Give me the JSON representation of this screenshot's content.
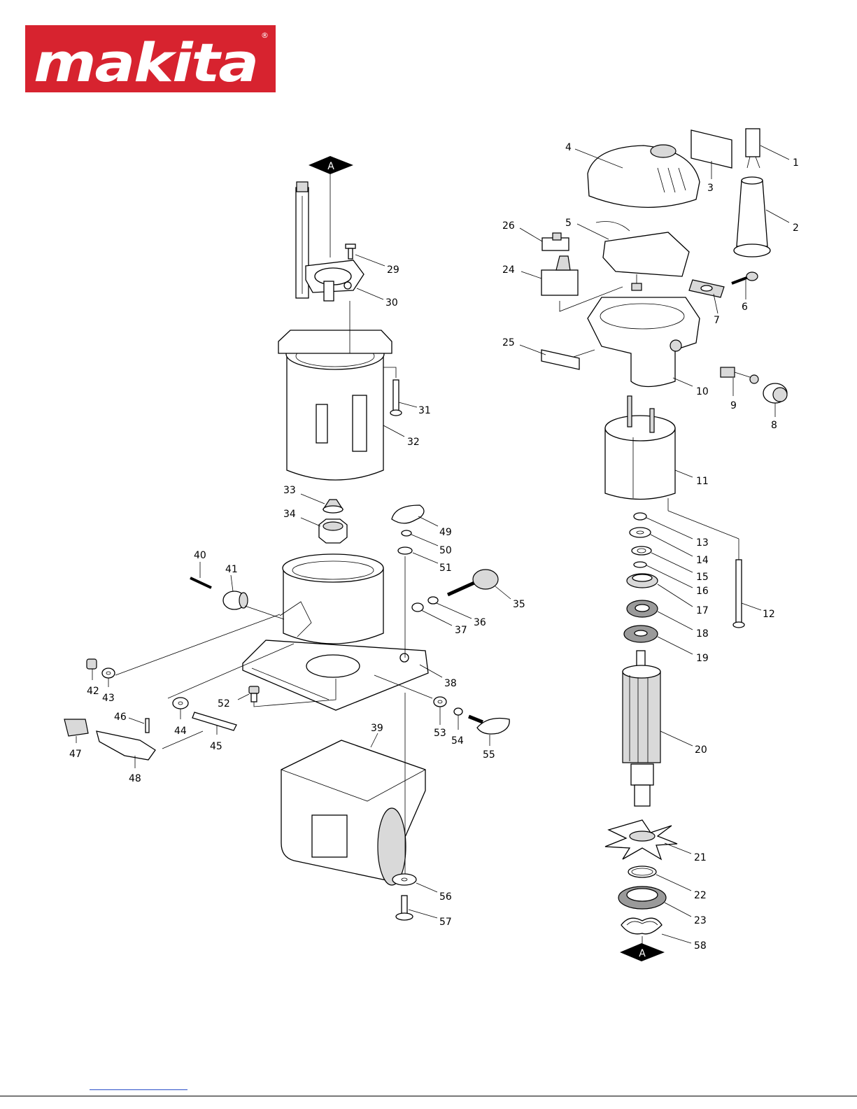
{
  "brand": {
    "logo_text": "makita",
    "registered_mark": "®",
    "color": "#d7232f"
  },
  "markers": {
    "top": "A",
    "bottom": "A"
  },
  "parts": [
    "1",
    "2",
    "3",
    "4",
    "5",
    "6",
    "7",
    "8",
    "9",
    "10",
    "11",
    "12",
    "13",
    "14",
    "15",
    "16",
    "17",
    "18",
    "19",
    "20",
    "21",
    "22",
    "23",
    "24",
    "25",
    "26",
    "29",
    "30",
    "31",
    "32",
    "33",
    "34",
    "35",
    "36",
    "37",
    "38",
    "39",
    "40",
    "41",
    "42",
    "43",
    "44",
    "45",
    "46",
    "47",
    "48",
    "49",
    "50",
    "51",
    "52",
    "53",
    "54",
    "55",
    "56",
    "57",
    "58"
  ]
}
